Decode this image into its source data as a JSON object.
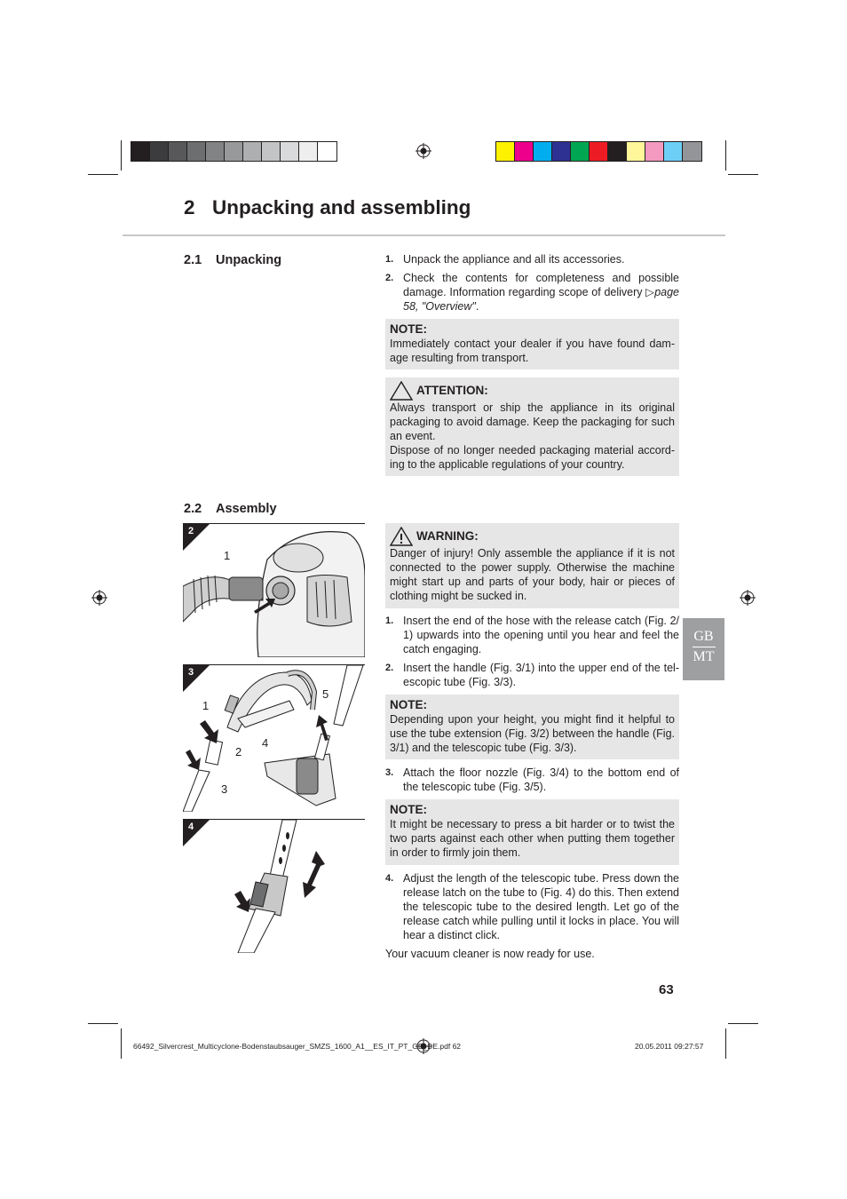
{
  "printbar": {
    "gray_swatches": [
      "#231f20",
      "#3c3b3d",
      "#58585a",
      "#6d6e70",
      "#828385",
      "#98999b",
      "#aeafb1",
      "#c3c4c6",
      "#d9dadb",
      "#eeeeef",
      "#ffffff"
    ],
    "color_swatches": [
      "#fff200",
      "#ec008c",
      "#00aeef",
      "#2e3192",
      "#00a651",
      "#ed1c24",
      "#231f20",
      "#fff799",
      "#f49ac1",
      "#6dcff6",
      "#939598"
    ]
  },
  "chapter": {
    "number": "2",
    "title": "Unpacking and assembling"
  },
  "section_unpacking": {
    "number": "2.1",
    "title": "Unpacking",
    "steps": [
      {
        "n": "1.",
        "text": "Unpack the appliance and all its accessories."
      },
      {
        "n": "2.",
        "text": "Check the contents for completeness and possible damage. Information regarding scope of delivery",
        "link": "page 58, \"Overview\"",
        "after": "."
      }
    ],
    "note": {
      "title": "NOTE:",
      "text": "Immediately contact your dealer if you have found dam-age resulting from transport."
    },
    "attention": {
      "title": "ATTENTION:",
      "text1": "Always transport or ship the appliance in its original packaging to avoid damage. Keep the packaging for such an event.",
      "text2": "Dispose of no longer needed packaging material accord-ing to the applicable regulations of your country."
    }
  },
  "section_assembly": {
    "number": "2.2",
    "title": "Assembly",
    "warning": {
      "title": "WARNING:",
      "text": "Danger of injury! Only assemble the appliance if it is not connected to the power supply. Otherwise the machine might start up and parts of your body, hair or pieces of clothing might be sucked in."
    },
    "step1": {
      "n": "1.",
      "text": "Insert the end of the hose with the release catch (Fig. 2/ 1) upwards into the opening until you hear and feel the catch engaging."
    },
    "step2": {
      "n": "2.",
      "text": "Insert the handle (Fig. 3/1) into the upper end of the tel-escopic tube (Fig. 3/3)."
    },
    "note1": {
      "title": "NOTE:",
      "text": "Depending upon your height, you might find it helpful to use the tube extension (Fig. 3/2) between the handle (Fig. 3/1) and the telescopic tube (Fig. 3/3)."
    },
    "step3": {
      "n": "3.",
      "text": "Attach the floor nozzle (Fig. 3/4) to the bottom end of the telescopic tube (Fig. 3/5)."
    },
    "note2": {
      "title": "NOTE:",
      "text": "It might be necessary to press a bit harder or to twist the two parts against each other when putting them together in order to firmly join them."
    },
    "step4": {
      "n": "4.",
      "text": "Adjust the length of the telescopic tube. Press down the release latch on the tube to (Fig. 4) do this. Then extend the telescopic tube to the desired length. Let go of the release catch while pulling until it locks in place. You will hear a distinct click."
    },
    "closing": "Your vacuum cleaner is now ready for use."
  },
  "figures": {
    "fig2": {
      "tag": "2",
      "labels": [
        "1"
      ]
    },
    "fig3": {
      "tag": "3",
      "labels": [
        "1",
        "2",
        "3",
        "4",
        "5"
      ]
    },
    "fig4": {
      "tag": "4"
    }
  },
  "lang_tab": {
    "line1": "GB",
    "line2": "MT"
  },
  "page_number": "63",
  "footer": {
    "file": "66492_Silvercrest_Multicyclone-Bodenstaubsauger_SMZS_1600_A1__ES_IT_PT_GB_DE.pdf  62",
    "date": "20.05.2011   09:27:57"
  }
}
